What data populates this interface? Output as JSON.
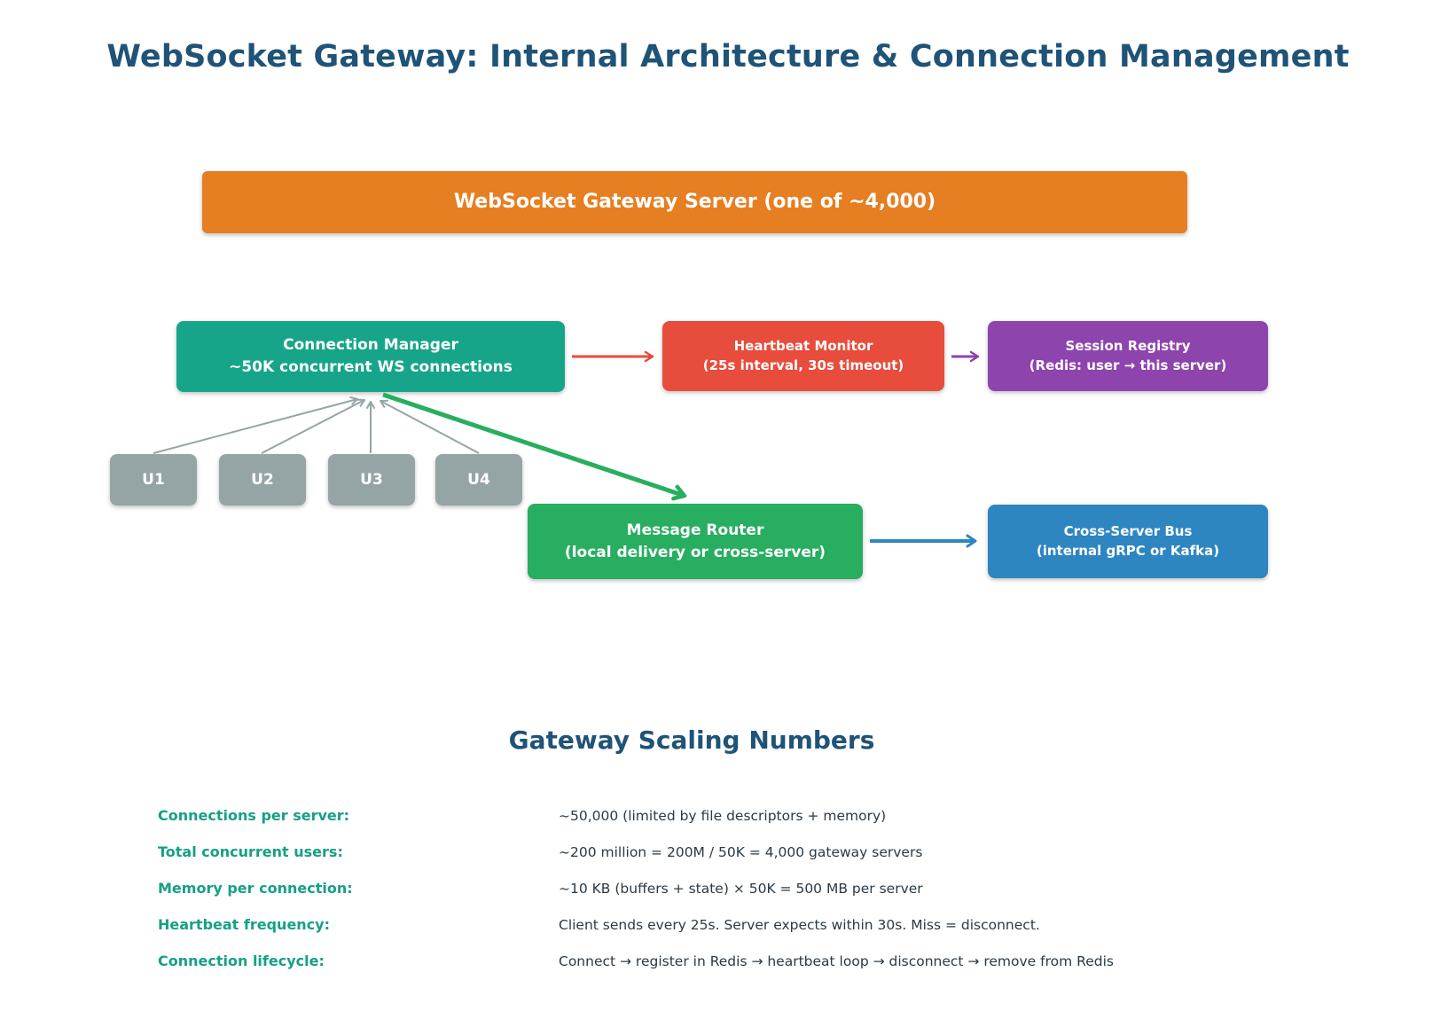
{
  "title": "WebSocket Gateway: Internal Architecture & Connection Management",
  "diagram": {
    "gateway_server": {
      "label": "WebSocket Gateway Server (one of ~4,000)"
    },
    "connection_manager": {
      "line1": "Connection Manager",
      "line2": "~50K concurrent WS connections"
    },
    "heartbeat_monitor": {
      "line1": "Heartbeat Monitor",
      "line2": "(25s interval, 30s timeout)"
    },
    "session_registry": {
      "line1": "Session Registry",
      "line2": "(Redis: user → this server)"
    },
    "users": [
      "U1",
      "U2",
      "U3",
      "U4"
    ],
    "message_router": {
      "line1": "Message Router",
      "line2": "(local delivery or cross-server)"
    },
    "cross_server_bus": {
      "line1": "Cross-Server Bus",
      "line2": "(internal gRPC or Kafka)"
    }
  },
  "colors": {
    "title_text": "#1F5377",
    "orange": "#E67E22",
    "teal": "#17A589",
    "red": "#E74C3C",
    "purple": "#8E44AD",
    "green": "#27AE60",
    "blue": "#2E86C1",
    "gray": "#95A5A6",
    "label_teal": "#16A085",
    "value_text": "#2B3A45"
  },
  "stats": {
    "heading": "Gateway Scaling Numbers",
    "rows": [
      {
        "label": "Connections per server:",
        "value": "~50,000 (limited by file descriptors + memory)"
      },
      {
        "label": "Total concurrent users:",
        "value": "~200 million = 200M / 50K = 4,000 gateway servers"
      },
      {
        "label": "Memory per connection:",
        "value": "~10 KB (buffers + state) × 50K = 500 MB per server"
      },
      {
        "label": "Heartbeat frequency:",
        "value": "Client sends every 25s. Server expects within 30s. Miss = disconnect."
      },
      {
        "label": "Connection lifecycle:",
        "value": "Connect → register in Redis → heartbeat loop → disconnect → remove from Redis"
      }
    ]
  }
}
